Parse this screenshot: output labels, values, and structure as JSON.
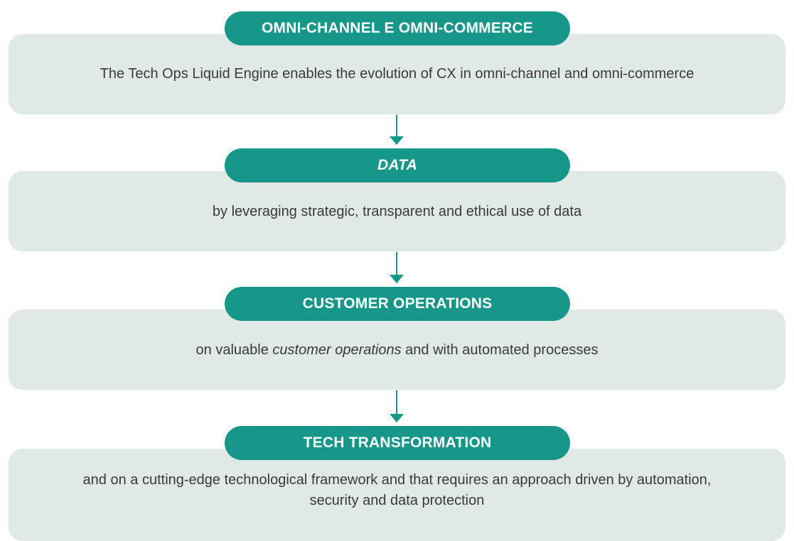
{
  "colors": {
    "accent": "#17968a",
    "panel": "#e0e9e6",
    "text": "#3a3a3a"
  },
  "steps": [
    {
      "title": "OMNI-CHANNEL E OMNI-COMMERCE",
      "text": "The Tech Ops Liquid Engine enables the evolution of CX in omni-channel and omni-commerce"
    },
    {
      "title": "DATA",
      "text": "by leveraging strategic, transparent and ethical use of data"
    },
    {
      "title": "CUSTOMER OPERATIONS",
      "text_before": "on valuable ",
      "text_emphasis": "customer operations",
      "text_after": " and with automated processes"
    },
    {
      "title": "TECH TRANSFORMATION",
      "text_line1": "and on a cutting-edge technological framework and that requires an approach driven by automation,",
      "text_line2": "security and data protection"
    }
  ]
}
